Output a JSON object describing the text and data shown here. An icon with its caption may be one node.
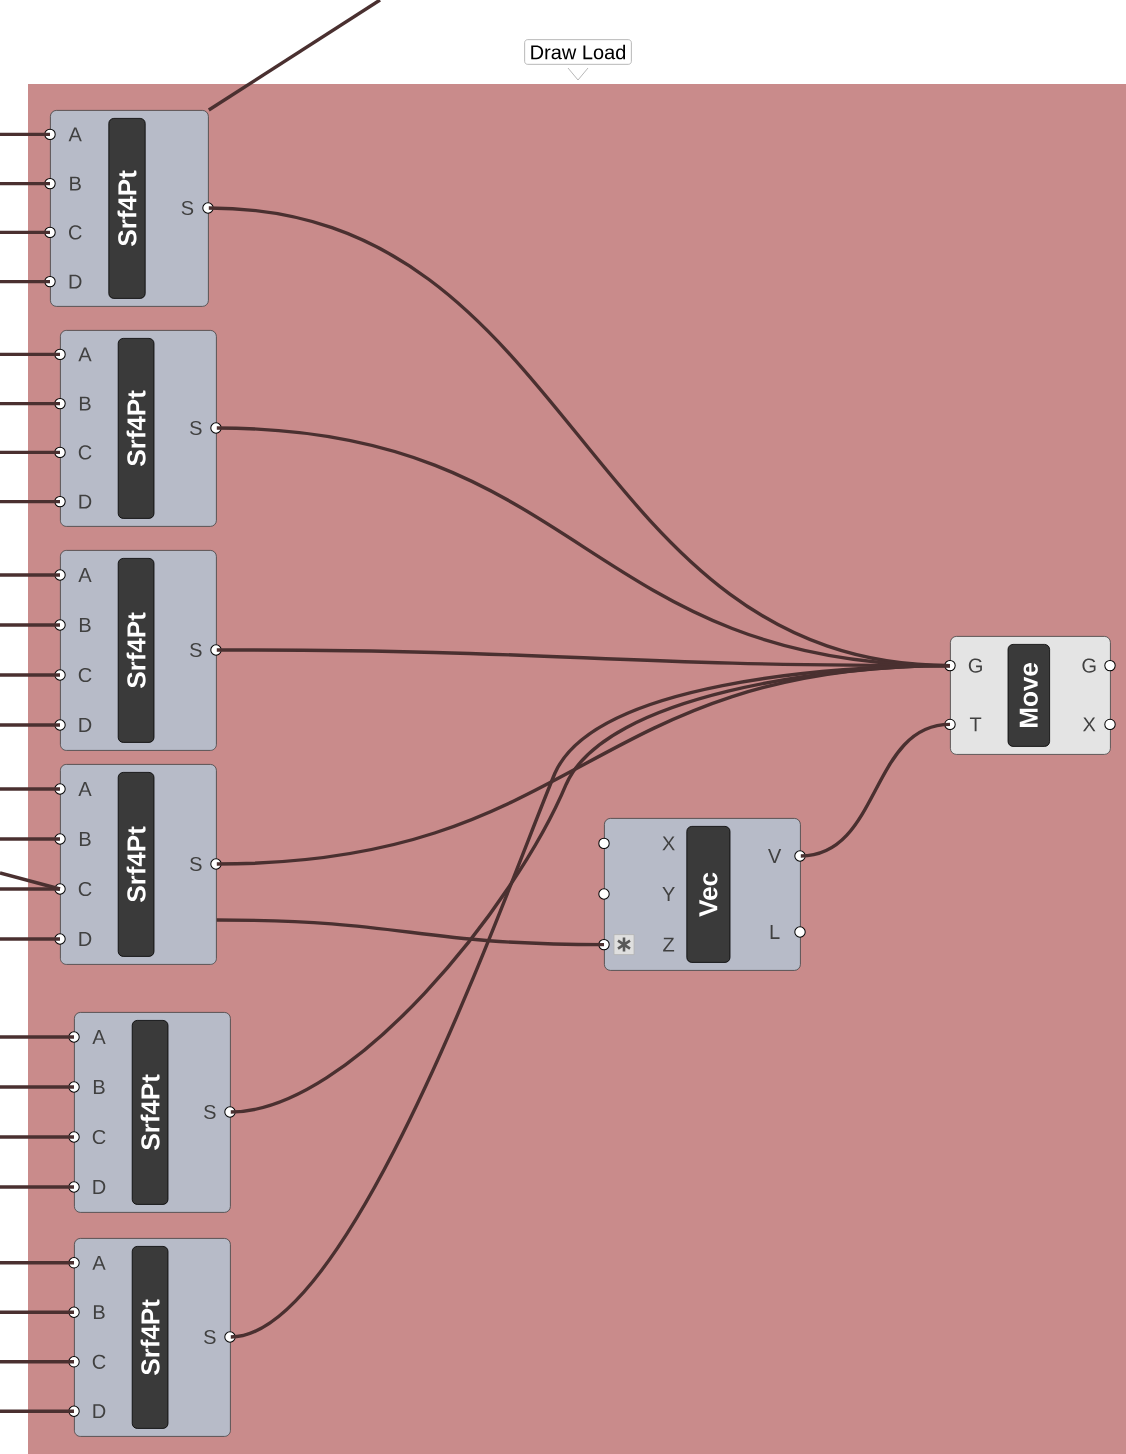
{
  "diagram": {
    "nodes": [
      {
        "text": [
          "Draw Load"
        ]
      },
      {
        "text": [
          "A",
          "B",
          "C",
          "D",
          "Srf4Pt",
          "S"
        ],
        "in": 0
      },
      {
        "text": [
          "A",
          "B",
          "C",
          "D",
          "Srf4Pt",
          "S"
        ],
        "in": 0
      },
      {
        "text": [
          "A",
          "B",
          "C",
          "D",
          "Srf4Pt",
          "S"
        ],
        "in": 0
      },
      {
        "text": [
          "A",
          "B",
          "C",
          "D",
          "Srf4Pt",
          "S"
        ],
        "in": 0
      },
      {
        "text": [
          "A",
          "B",
          "C",
          "D",
          "Srf4Pt",
          "S"
        ],
        "in": 0
      },
      {
        "text": [
          "A",
          "B",
          "C",
          "D",
          "Srf4Pt",
          "S"
        ],
        "in": 0
      },
      {
        "text": [
          "X",
          "Y",
          "Z",
          "Vec",
          "V",
          "L"
        ],
        "in": 0
      },
      {
        "text": [
          "G",
          "T",
          "Move",
          "G",
          "X"
        ],
        "in": 0
      }
    ],
    "edges": [
      {
        "from": 1,
        "to": 8,
        "arrow": "none"
      },
      {
        "from": 2,
        "to": 8,
        "arrow": "none"
      },
      {
        "from": 3,
        "to": 8,
        "arrow": "none"
      },
      {
        "from": 4,
        "to": 8,
        "arrow": "none"
      },
      {
        "from": 5,
        "to": 8,
        "arrow": "none"
      },
      {
        "from": 6,
        "to": 8,
        "arrow": "none"
      },
      {
        "from": 4,
        "to": 7,
        "arrow": "none"
      },
      {
        "from": 7,
        "to": 8,
        "arrow": "none"
      },
      {
        "from": null,
        "to": 1,
        "arrow": "none"
      },
      {
        "from": null,
        "to": 1,
        "arrow": "none"
      },
      {
        "from": null,
        "to": 1,
        "arrow": "none"
      },
      {
        "from": null,
        "to": 1,
        "arrow": "none"
      },
      {
        "from": null,
        "to": 1,
        "arrow": "none"
      },
      {
        "from": null,
        "to": 2,
        "arrow": "none"
      },
      {
        "from": null,
        "to": 2,
        "arrow": "none"
      },
      {
        "from": null,
        "to": 2,
        "arrow": "none"
      },
      {
        "from": null,
        "to": 2,
        "arrow": "none"
      },
      {
        "from": null,
        "to": 3,
        "arrow": "none"
      },
      {
        "from": null,
        "to": 3,
        "arrow": "none"
      },
      {
        "from": null,
        "to": 3,
        "arrow": "none"
      },
      {
        "from": null,
        "to": 3,
        "arrow": "none"
      },
      {
        "from": null,
        "to": 4,
        "arrow": "none"
      },
      {
        "from": null,
        "to": 4,
        "arrow": "none"
      },
      {
        "from": null,
        "to": 4,
        "arrow": "none"
      },
      {
        "from": null,
        "to": 4,
        "arrow": "none"
      },
      {
        "from": null,
        "to": 4,
        "arrow": "none"
      },
      {
        "from": null,
        "to": 5,
        "arrow": "none"
      },
      {
        "from": null,
        "to": 5,
        "arrow": "none"
      },
      {
        "from": null,
        "to": 5,
        "arrow": "none"
      },
      {
        "from": null,
        "to": 5,
        "arrow": "none"
      },
      {
        "from": null,
        "to": 6,
        "arrow": "none"
      },
      {
        "from": null,
        "to": 6,
        "arrow": "none"
      },
      {
        "from": null,
        "to": 6,
        "arrow": "none"
      },
      {
        "from": null,
        "to": 6,
        "arrow": "none"
      }
    ]
  }
}
